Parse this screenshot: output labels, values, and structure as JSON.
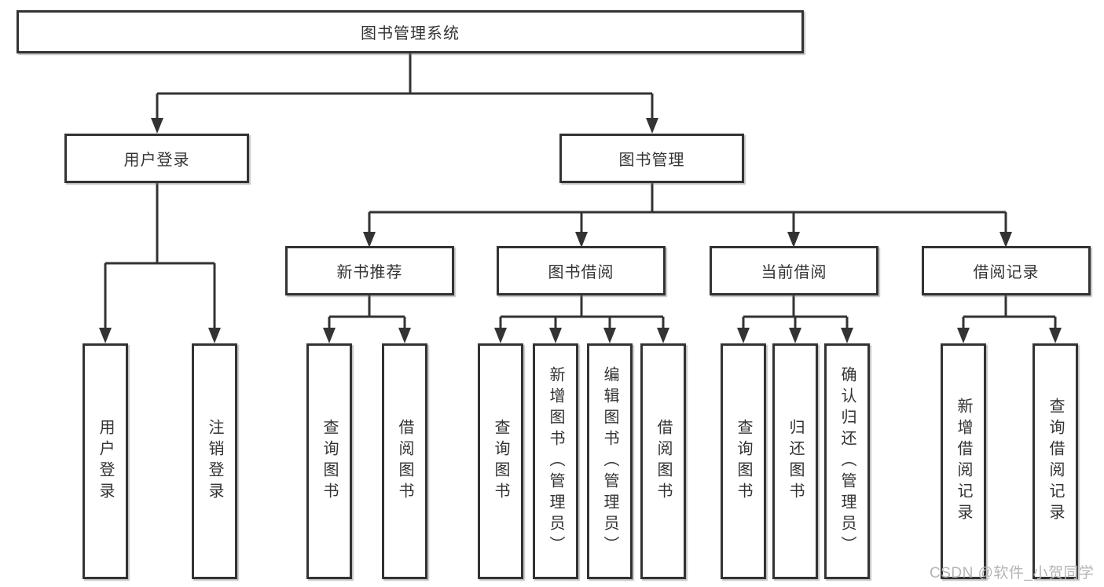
{
  "diagram": {
    "title": "图书管理系统",
    "level2": [
      {
        "label": "用户登录"
      },
      {
        "label": "图书管理"
      }
    ],
    "level3": [
      {
        "label": "新书推荐"
      },
      {
        "label": "图书借阅"
      },
      {
        "label": "当前借阅"
      },
      {
        "label": "借阅记录"
      }
    ],
    "leaves": {
      "user_login": [
        "用户登录",
        "注销登录"
      ],
      "new_book_recommend": [
        "查询图书",
        "借阅图书"
      ],
      "book_borrowing": [
        "查询图书",
        "新增图书（管理员）",
        "编辑图书（管理员）",
        "借阅图书"
      ],
      "current_borrowing": [
        "查询图书",
        "归还图书",
        "确认归还（管理员）"
      ],
      "borrowing_records": [
        "新增借阅记录",
        "查询借阅记录"
      ]
    }
  },
  "watermark": "CSDN @软件_小贺同学",
  "colors": {
    "line": "#333333",
    "text": "#333333",
    "background": "#ffffff",
    "watermark": "#b5b5b5"
  }
}
